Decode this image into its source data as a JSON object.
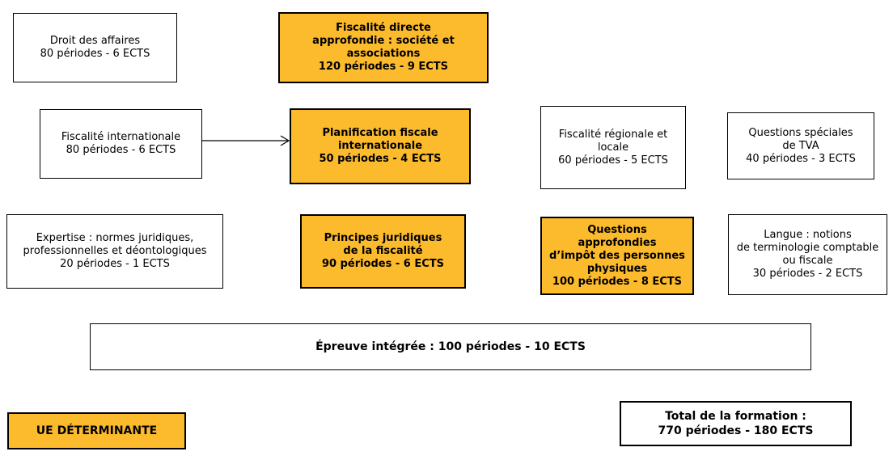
{
  "boxes": {
    "droit_affaires": [
      "Droit des affaires",
      "80 périodes - 6 ECTS"
    ],
    "fiscalite_directe": [
      "Fiscalité directe",
      "approfondie : société et",
      "associations",
      "120 périodes - 9 ECTS"
    ],
    "fiscalite_internationale": [
      "Fiscalité internationale",
      "80 périodes - 6 ECTS"
    ],
    "planification_fiscale": [
      "Planification fiscale",
      "internationale",
      "50 périodes - 4 ECTS"
    ],
    "fiscalite_regionale": [
      "Fiscalité régionale et",
      "locale",
      "60 périodes - 5 ECTS"
    ],
    "questions_tva": [
      "Questions spéciales",
      "de TVA",
      "40 périodes - 3 ECTS"
    ],
    "expertise": [
      "Expertise : normes juridiques,",
      "professionnelles et déontologiques",
      "20 périodes - 1 ECTS"
    ],
    "principes_juridiques": [
      "Principes juridiques",
      "de la fiscalité",
      "90 périodes - 6 ECTS"
    ],
    "questions_ipp": [
      "Questions",
      "approfondies",
      "d’impôt des personnes",
      "physiques",
      "100 périodes - 8 ECTS"
    ],
    "langue": [
      "Langue : notions",
      "de terminologie comptable",
      "ou fiscale",
      "30 périodes - 2 ECTS"
    ],
    "epreuve_integree": [
      "Épreuve intégrée : 100 périodes - 10 ECTS"
    ],
    "legend_ue": [
      "UE DÉTERMINANTE"
    ],
    "total_formation": [
      "Total de la formation :",
      "770 périodes - 180 ECTS"
    ]
  },
  "colors": {
    "determinante": "#FCBA2D",
    "normal": "#FFFFFF",
    "border": "#000000"
  }
}
